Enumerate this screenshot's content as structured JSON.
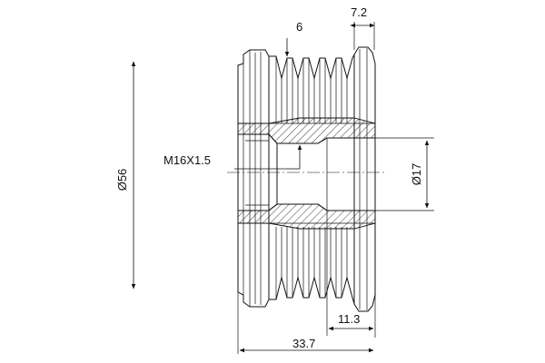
{
  "diagram": {
    "dimensions": {
      "groove_count": "6",
      "rim_width": "7.2",
      "outer_diameter": "Ø56",
      "thread": "M16X1.5",
      "bore_diameter": "Ø17",
      "bore_depth": "11.3",
      "overall_length": "33.7"
    },
    "colors": {
      "line": "#111111",
      "background": "#ffffff"
    }
  }
}
